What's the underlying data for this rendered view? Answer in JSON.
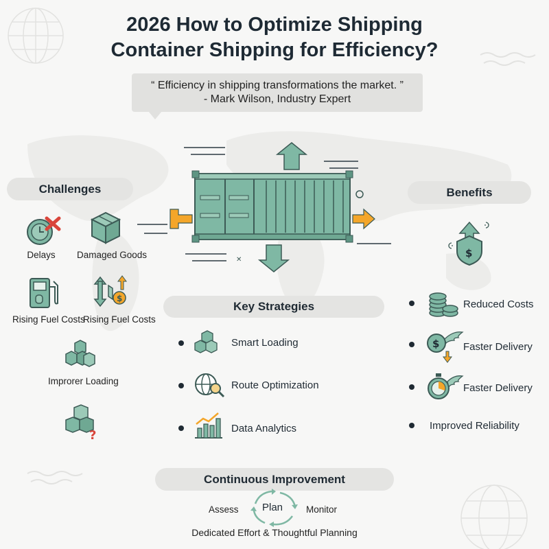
{
  "title": {
    "line1": "2026 How to Optimize Shipping",
    "line2": "Container Shipping for Efficiency?"
  },
  "quote": {
    "text": "“ Efficiency in shipping transformations the market. ”",
    "author": "- Mark Wilson, Industry Expert"
  },
  "challenges": {
    "heading": "Challenges",
    "items": [
      {
        "label": "Delays",
        "icon": "clock-cross-icon"
      },
      {
        "label": "Damaged Goods",
        "icon": "box-icon"
      },
      {
        "label": "Rising Fuel Costs",
        "icon": "fuel-pump-icon"
      },
      {
        "label": "Rising Fuel Costs",
        "icon": "price-arrows-icon"
      },
      {
        "label": "Improrer Loading",
        "icon": "stacked-boxes-icon"
      },
      {
        "label": "",
        "icon": "boxes-question-icon"
      }
    ]
  },
  "benefits": {
    "heading": "Benefits",
    "items": [
      {
        "label": "Reduced Costs",
        "icon": "coins-icon"
      },
      {
        "label": "Faster Delivery",
        "icon": "winged-dollar-icon"
      },
      {
        "label": "Faster Delivery",
        "icon": "winged-stopwatch-icon"
      },
      {
        "label": "Improved Reliability",
        "icon": ""
      }
    ]
  },
  "strategies": {
    "heading": "Key Strategies",
    "items": [
      {
        "label": "Smart Loading",
        "icon": "cubes-icon"
      },
      {
        "label": "Route Optimization",
        "icon": "globe-magnifier-icon"
      },
      {
        "label": "Data Analytics",
        "icon": "bar-chart-icon"
      }
    ]
  },
  "improvement": {
    "heading": "Continuous Improvement",
    "cycle": {
      "left": "Assess",
      "center": "Plan",
      "right": "Monitor"
    },
    "footer": "Dedicated Effort & Thoughtful Planning"
  },
  "colors": {
    "teal": "#7fb8a4",
    "teal_dark": "#3c5a55",
    "orange": "#f4a62a",
    "red": "#d9453b",
    "navy": "#1f2a33"
  }
}
